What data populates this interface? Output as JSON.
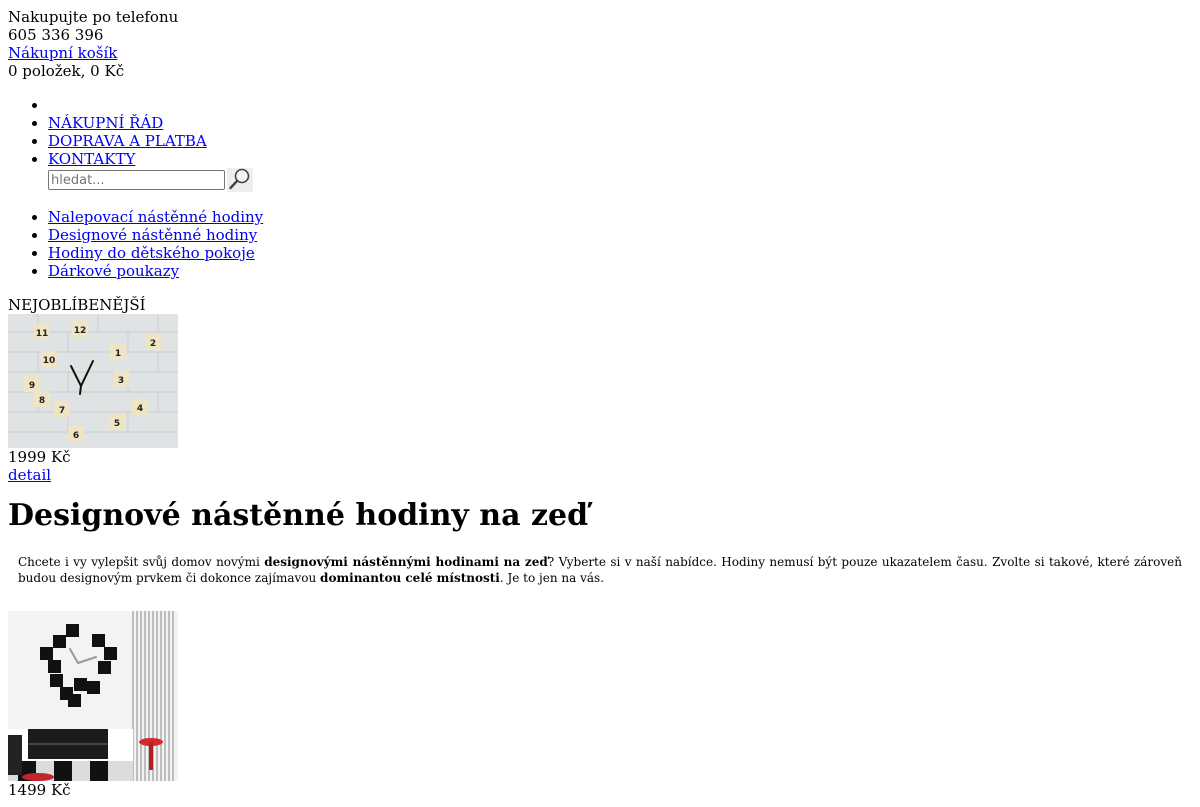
{
  "header": {
    "phone_label": "Nakupujte po telefonu",
    "phone_number": "605 336 396",
    "cart_link": "Nákupní košík",
    "cart_summary": "0 položek, 0 Kč"
  },
  "menu": {
    "items": [
      "NÁKUPNÍ ŘÁD",
      "DOPRAVA A PLATBA",
      "KONTAKTY"
    ]
  },
  "search": {
    "placeholder": "hledat...",
    "icon": "magnifier-icon"
  },
  "categories": [
    "Nalepovací nástěnné hodiny",
    "Designové nástěnné hodiny",
    "Hodiny do dětského pokoje",
    "Dárkové poukazy"
  ],
  "featured": {
    "label": "NEJOBLÍBENĚJŠÍ",
    "price": "1999 Kč",
    "detail_link": "detail"
  },
  "main": {
    "title": "Designové nástěnné hodiny na zeď",
    "intro_1": "Chcete i vy vylepšit svůj domov novými ",
    "intro_bold_1": "designovými nástěnnými hodinami na zeď",
    "intro_2": "? Vyberte si v naší nabídce. Hodiny nemusí být pouze ukazatelem času. Zvolte si takové, které zároveň budou designovým prvkem či dokonce zajímavou ",
    "intro_bold_2": "dominantou celé místnosti",
    "intro_3": ". Je to jen na vás."
  },
  "product": {
    "price": "1499 Kč"
  },
  "colors": {
    "link": "#0000ee",
    "text": "#000000"
  }
}
